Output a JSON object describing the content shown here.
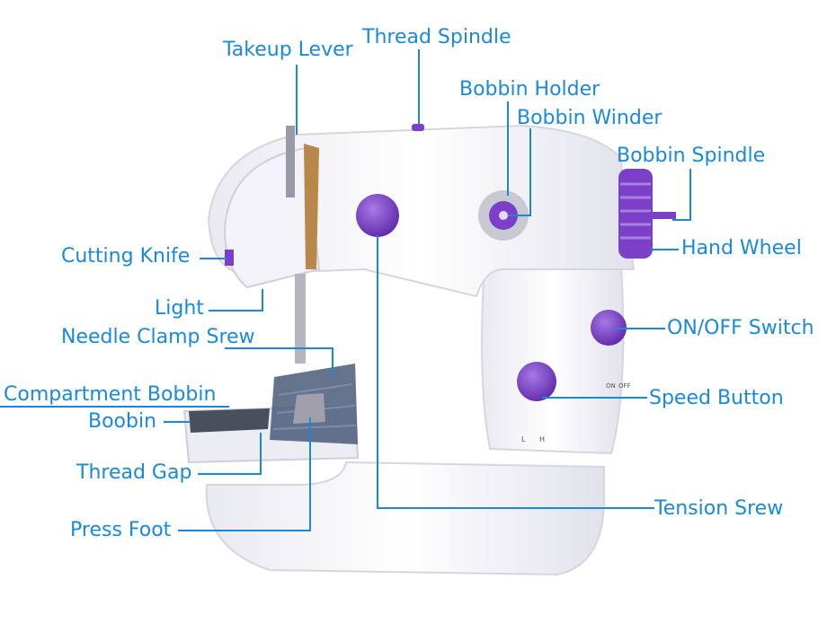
{
  "diagram": {
    "labels": {
      "takeup_lever": "Takeup Lever",
      "thread_spindle": "Thread Spindle",
      "bobbin_holder": "Bobbin Holder",
      "bobbin_winder": "Bobbin Winder",
      "bobbin_spindle": "Bobbin Spindle",
      "hand_wheel": "Hand Wheel",
      "cutting_knife": "Cutting Knife",
      "light": "Light",
      "needle_clamp_srew": "Needle Clamp Srew",
      "compartment_bobbin": "Compartment Bobbin",
      "boobin": "Boobin",
      "on_off_switch": "ON/OFF Switch",
      "speed_button": "Speed Button",
      "thread_gap": "Thread Gap",
      "tension_srew": "Tension Srew",
      "press_foot": "Press Foot"
    },
    "machine_marks": {
      "switch_on": "ON",
      "switch_off": "OFF",
      "speed_low": "L",
      "speed_high": "H"
    },
    "colors": {
      "label": "#1a8ad8",
      "leader": "#1a8ad8",
      "body": "#f7f7fb",
      "body_shadow": "#dcdce6",
      "accent_purple": "#7b3fc8",
      "fabric": "#4a5a78"
    }
  }
}
